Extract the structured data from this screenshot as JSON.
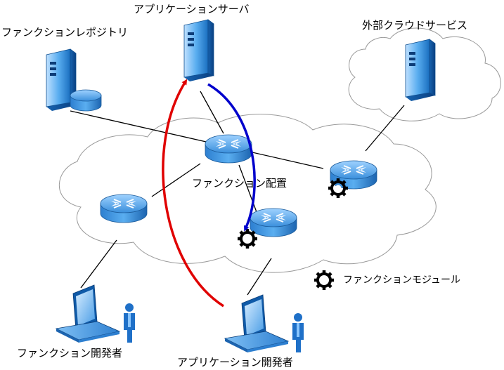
{
  "labels": {
    "function_repository": "ファンクションレポジトリ",
    "application_server": "アプリケーションサーバ",
    "external_cloud_service": "外部クラウドサービス",
    "function_deployment": "ファンクション配置",
    "function_module_legend": "ファンクションモジュール",
    "function_developer": "ファンクション開発者",
    "application_developer": "アプリケーション開発者"
  },
  "icons": {
    "server": "server-tower-icon",
    "database": "database-disk-icon",
    "router": "network-router-icon",
    "gear": "gear-icon",
    "laptop_user": "laptop-user-icon",
    "cloud": "cloud-icon"
  },
  "colors": {
    "deploy_arrow": "#e00000",
    "deliver_arrow": "#0000cc",
    "device_blue": "#4aa3e8",
    "link_line": "#000000"
  }
}
